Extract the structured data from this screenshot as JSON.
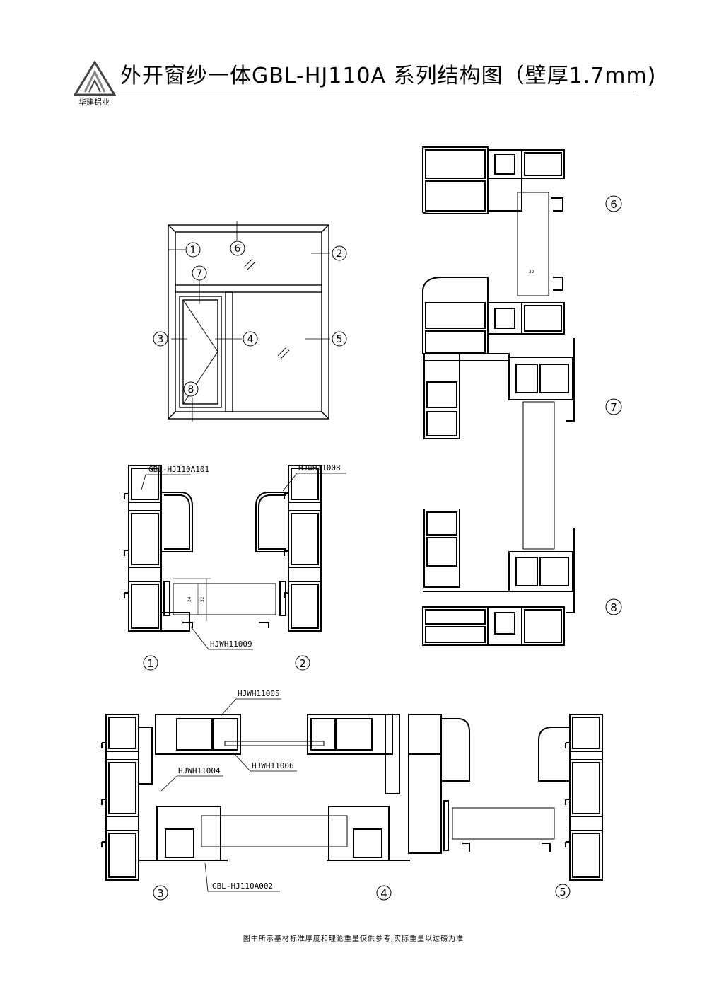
{
  "header": {
    "title": "外开窗纱一体GBL-HJ110A 系列结构图（壁厚1.7mm)",
    "brand_text": "华建铝业"
  },
  "window_elevation": {
    "markers": [
      "1",
      "2",
      "3",
      "4",
      "5",
      "6",
      "7",
      "8"
    ]
  },
  "profile_labels": {
    "frame": "GBL-HJ110A101",
    "hjwh11008": "HJWH11008",
    "hjwh11009": "HJWH11009",
    "hjwh11005": "HJWH11005",
    "hjwh11004": "HJWH11004",
    "hjwh11006": "HJWH11006",
    "mullion": "GBL-HJ110A002"
  },
  "dimensions": {
    "glass_32": "32",
    "glass_24": "24"
  },
  "section_markers": {
    "s1": "1",
    "s2": "2",
    "s3": "3",
    "s4": "4",
    "s5": "5",
    "s6": "6",
    "s7": "7",
    "s8": "8"
  },
  "footer": {
    "note": "图中所示基材标准厚度和理论重量仅供参考,实际重量以过磅为准"
  }
}
